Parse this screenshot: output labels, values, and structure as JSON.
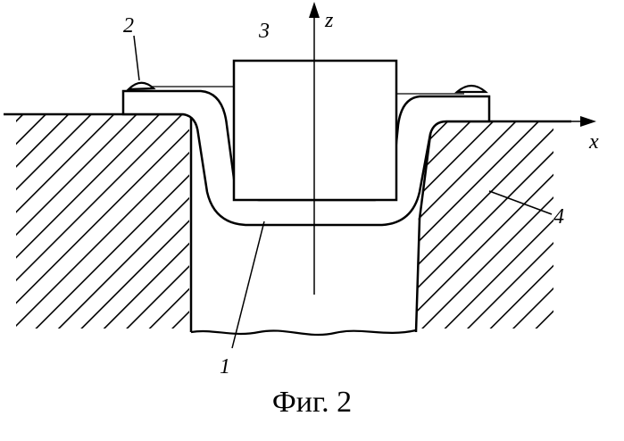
{
  "figure": {
    "labels": {
      "item_1": "1",
      "item_2": "2",
      "item_3": "3",
      "item_4": "4",
      "axis_x": "x",
      "axis_z": "z"
    },
    "caption": "Фиг. 2"
  }
}
